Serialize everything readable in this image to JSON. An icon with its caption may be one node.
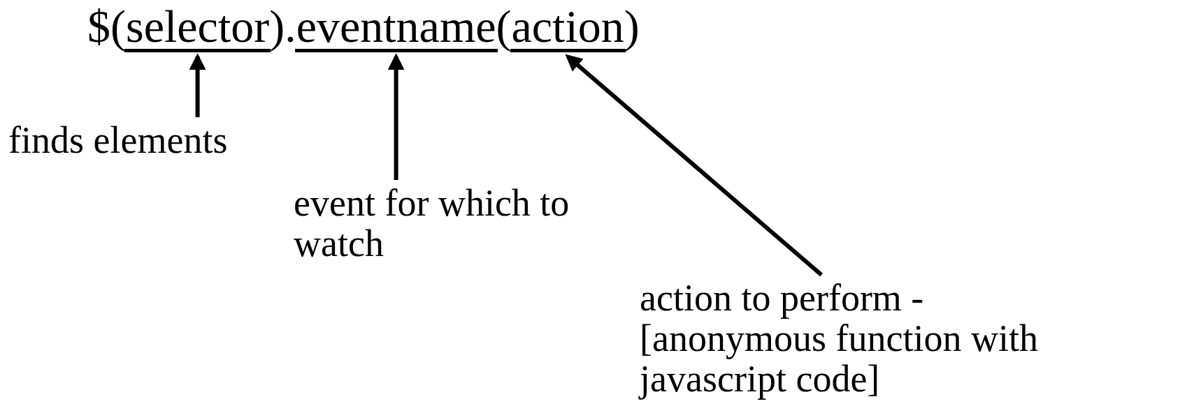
{
  "diagram": {
    "nodes": [
      {
        "text": [],
        "shape": "bar"
      },
      {
        "text": [],
        "shape": "bar"
      },
      {
        "text": [],
        "shape": "bar"
      },
      {
        "text": [
          "finds elements"
        ]
      },
      {
        "text": [
          "event for which to watch"
        ]
      },
      {
        "text": [
          "action to perform - [anonymous function with javascript code]"
        ]
      }
    ],
    "edges": [
      {
        "from": 3,
        "to": 0,
        "arrow": "to"
      },
      {
        "from": 4,
        "to": 1,
        "arrow": "to"
      },
      {
        "from": 5,
        "to": 2,
        "arrow": "to"
      }
    ],
    "labels": [
      "$(selector).eventname(action)"
    ]
  }
}
